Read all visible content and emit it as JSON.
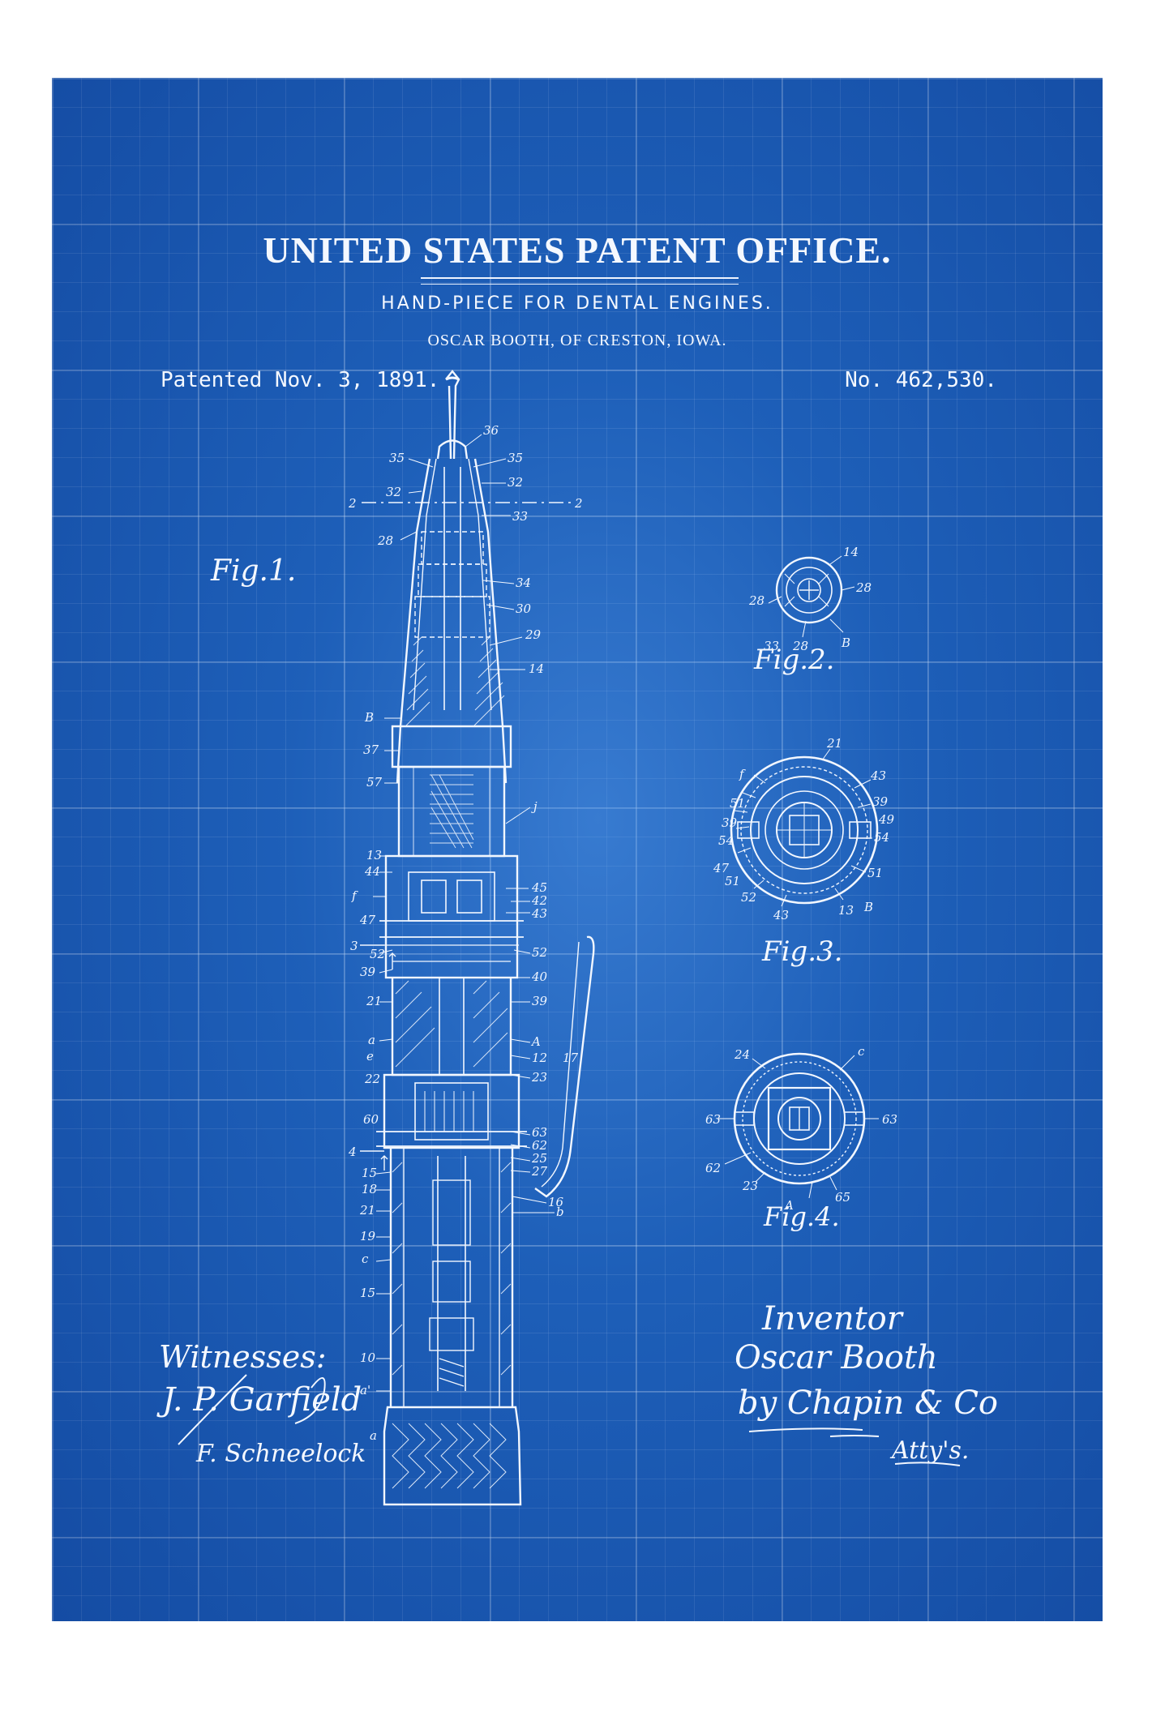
{
  "header": {
    "title": "UNITED STATES PATENT OFFICE.",
    "subtitle": "HAND-PIECE FOR DENTAL ENGINES.",
    "inventor_line": "OSCAR BOOTH, OF CRESTON, IOWA.",
    "patented": "Patented Nov. 3, 1891.",
    "patent_number": "No. 462,530."
  },
  "figures": {
    "fig1": "Fig.1.",
    "fig2": "Fig.2.",
    "fig3": "Fig.3.",
    "fig4": "Fig.4."
  },
  "signatures": {
    "witnesses_label": "Witnesses:",
    "witness_1": "J. P. Garfield",
    "witness_2": "F. Schneelock",
    "inventor_label": "Inventor",
    "inventor_name": "Oscar Booth",
    "attorney": "by Chapin & Co",
    "attorney_title": "Atty's."
  },
  "colors": {
    "background": "#1a5ab0",
    "lines": "#f2f7ff",
    "border": "#ffffff"
  }
}
